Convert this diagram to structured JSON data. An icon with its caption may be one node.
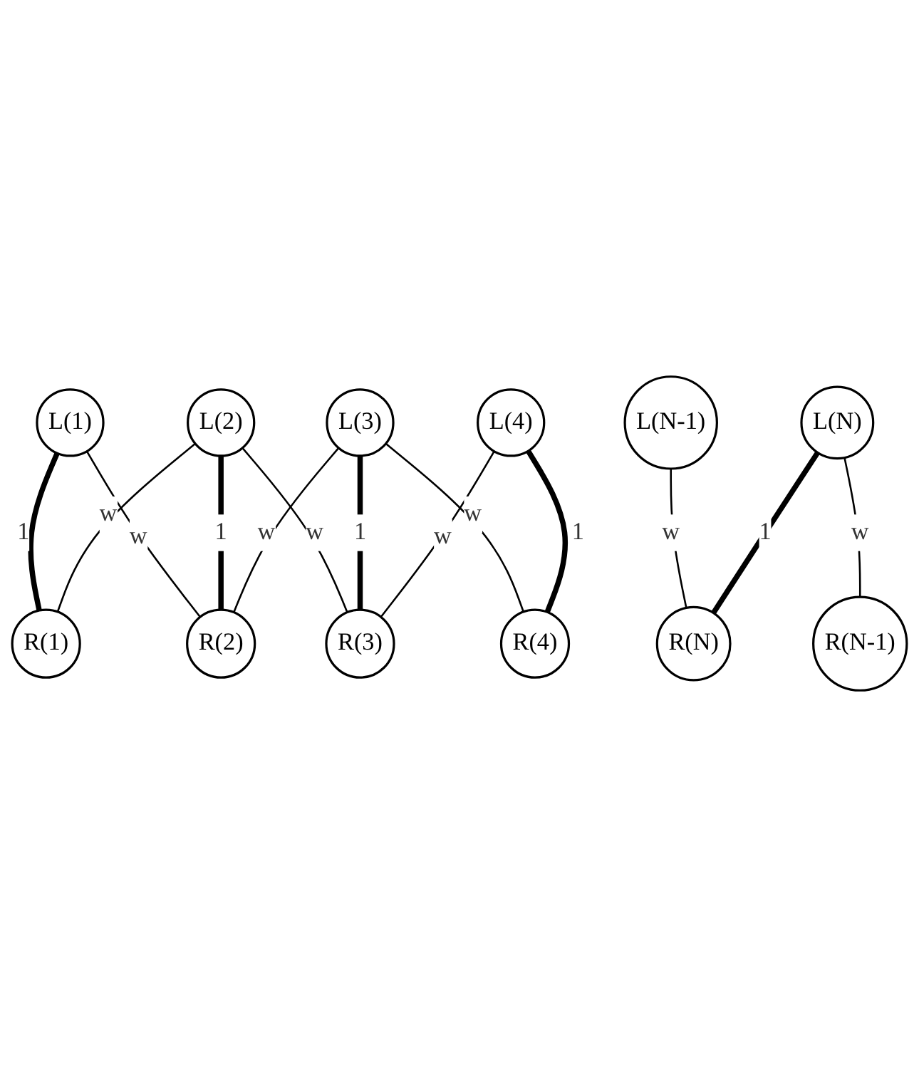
{
  "diagram": {
    "nodes": [
      {
        "text": [
          "L(1)"
        ]
      },
      {
        "text": [
          "R(1)"
        ]
      },
      {
        "text": [
          "L(2)"
        ]
      },
      {
        "text": [
          "R(2)"
        ]
      },
      {
        "text": [
          "L(3)"
        ]
      },
      {
        "text": [
          "R(3)"
        ]
      },
      {
        "text": [
          "L(4)"
        ]
      },
      {
        "text": [
          "R(4)"
        ]
      },
      {
        "text": [
          "L(N-1)"
        ]
      },
      {
        "text": [
          "R(N-1)"
        ]
      },
      {
        "text": [
          "L(N)"
        ]
      },
      {
        "text": [
          "R(N)"
        ]
      }
    ],
    "edges": [
      {
        "from": 0,
        "to": 1,
        "arrow": "none",
        "label": "1",
        "style": "thick"
      },
      {
        "from": 0,
        "to": 3,
        "arrow": "none",
        "label": "w"
      },
      {
        "from": 2,
        "to": 1,
        "arrow": "none",
        "label": "w"
      },
      {
        "from": 2,
        "to": 3,
        "arrow": "none",
        "label": "1",
        "style": "thick"
      },
      {
        "from": 2,
        "to": 5,
        "arrow": "none",
        "label": "w"
      },
      {
        "from": 4,
        "to": 3,
        "arrow": "none",
        "label": "w"
      },
      {
        "from": 4,
        "to": 5,
        "arrow": "none",
        "label": "1",
        "style": "thick"
      },
      {
        "from": 4,
        "to": 7,
        "arrow": "none",
        "label": "w"
      },
      {
        "from": 6,
        "to": 5,
        "arrow": "none",
        "label": "w"
      },
      {
        "from": 6,
        "to": 7,
        "arrow": "none",
        "label": "1",
        "style": "thick"
      },
      {
        "from": 8,
        "to": 11,
        "arrow": "none",
        "label": "w"
      },
      {
        "from": 10,
        "to": 9,
        "arrow": "none",
        "label": "w"
      },
      {
        "from": 10,
        "to": 11,
        "arrow": "none",
        "label": "1",
        "style": "thick"
      }
    ]
  }
}
